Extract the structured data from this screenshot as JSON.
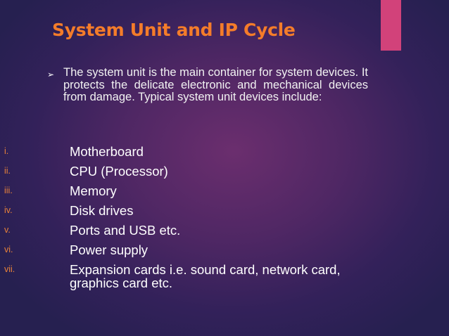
{
  "slide": {
    "title": "System Unit and IP Cycle",
    "accent_color": "#d2427a",
    "title_color": "#f47c2a",
    "bullet": {
      "icon": "arrow-right-icon",
      "glyph": "➢",
      "text": "The system unit is the main container for system devices. It protects the delicate electronic and mechanical devices from damage. Typical system unit devices include:"
    },
    "list": [
      {
        "numeral": "i.",
        "text": "Motherboard"
      },
      {
        "numeral": "ii.",
        "text": "CPU (Processor)"
      },
      {
        "numeral": "iii.",
        "text": "Memory"
      },
      {
        "numeral": "iv.",
        "text": "Disk drives"
      },
      {
        "numeral": "v.",
        "text": "Ports and USB etc."
      },
      {
        "numeral": "vi.",
        "text": "Power supply"
      },
      {
        "numeral": "vii.",
        "text": "Expansion cards i.e. sound card, network card, graphics card etc."
      }
    ]
  }
}
